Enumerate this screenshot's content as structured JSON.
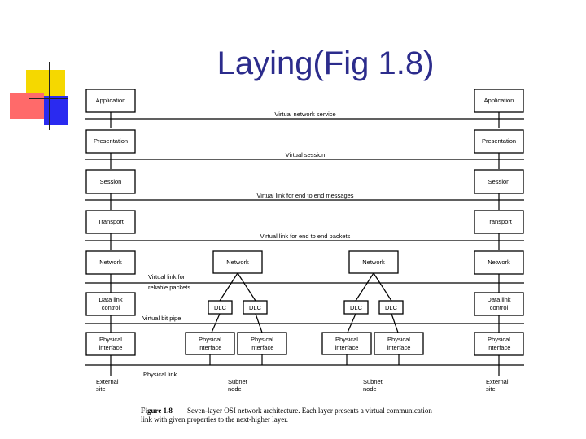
{
  "slide": {
    "title": "Laying(Fig 1.8)",
    "colors": {
      "title": "#2c2c8c",
      "deco_yellow": "#f5d800",
      "deco_red": "#ff6a6a",
      "deco_blue": "#2a2af0"
    }
  },
  "diagram": {
    "end_layers": {
      "application": "Application",
      "presentation": "Presentation",
      "session": "Session",
      "transport": "Transport",
      "network": "Network",
      "dlc_line1": "Data link",
      "dlc_line2": "control",
      "phys_line1": "Physical",
      "phys_line2": "interface"
    },
    "subnet": {
      "network": "Network",
      "dlc": "DLC",
      "phys_line1": "Physical",
      "phys_line2": "interface"
    },
    "virtual_links": {
      "network_service": "Virtual network service",
      "session": "Virtual session",
      "messages": "Virtual link for end to end messages",
      "packets": "Virtual  link for end to end packets",
      "reliable_line1": "Virtual link for",
      "reliable_line2": "reliable packets",
      "bit_pipe": "Virtual bit pipe",
      "physical_link": "Physical link"
    },
    "sites": {
      "external_line1": "External",
      "external_line2": "site",
      "subnet_line1": "Subnet",
      "subnet_line2": "node"
    },
    "caption": {
      "label": "Figure 1.8",
      "line1": "Seven-layer OSI network architecture.  Each layer presents a virtual communication",
      "line2": "link with given properties to the next-higher layer."
    }
  }
}
